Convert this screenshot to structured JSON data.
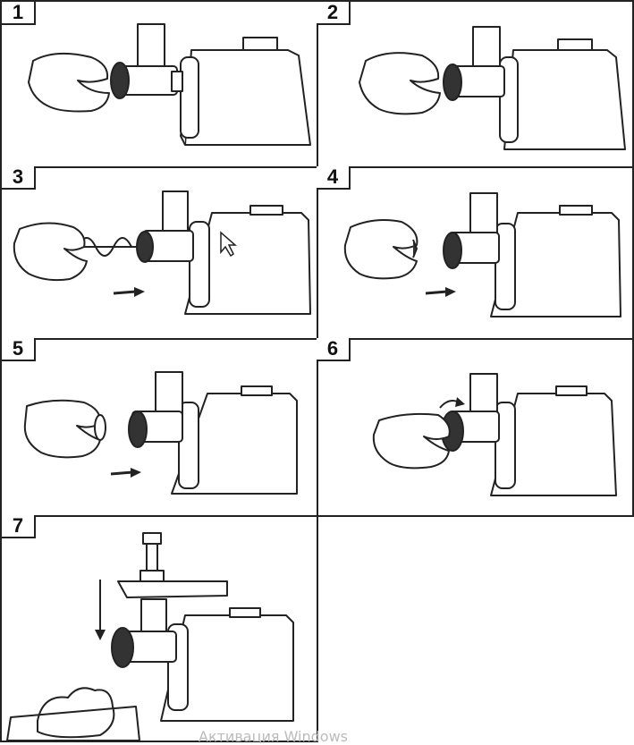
{
  "steps": [
    {
      "label": "1",
      "image": "attach-mincing-head"
    },
    {
      "label": "2",
      "image": "mincing-head-attached"
    },
    {
      "label": "3",
      "image": "insert-screw-auger"
    },
    {
      "label": "4",
      "image": "fit-cutting-blade"
    },
    {
      "label": "5",
      "image": "fit-cutting-plate"
    },
    {
      "label": "6",
      "image": "tighten-ring-nut"
    },
    {
      "label": "7",
      "image": "mount-tray-and-pusher"
    }
  ],
  "watermark": "Активация Windows",
  "colors": {
    "line": "#222222",
    "fill": "#ffffff",
    "dark": "#333333"
  }
}
